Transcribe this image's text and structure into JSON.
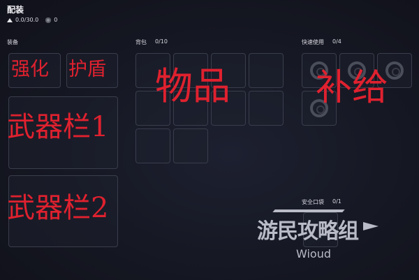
{
  "header": {
    "title": "配装",
    "weight": "0.0/30.0",
    "currency": "0",
    "icons": [
      "weight-icon",
      "coin-icon"
    ]
  },
  "equipment": {
    "label": "装备",
    "slots": [
      {
        "name": "enhance-slot",
        "overlay": "强化"
      },
      {
        "name": "shield-slot",
        "overlay": "护盾"
      },
      {
        "name": "weapon-slot-1",
        "overlay": "武器栏1"
      },
      {
        "name": "weapon-slot-2",
        "overlay": "武器栏2"
      }
    ]
  },
  "backpack": {
    "label": "背包",
    "count": "0/10",
    "overlay": "物品",
    "slot_count": 10
  },
  "quick_use": {
    "label": "快速使用",
    "count": "0/4",
    "overlay": "补给",
    "slot_count": 4
  },
  "safe_pocket": {
    "label": "安全口袋",
    "count": "0/1",
    "slot_count": 1
  },
  "watermark": {
    "text": "游民攻略组",
    "sub": "Wioud"
  },
  "colors": {
    "background": "#151722",
    "slot_border": "#3a3d4c",
    "overlay_red": "#e0212f"
  }
}
